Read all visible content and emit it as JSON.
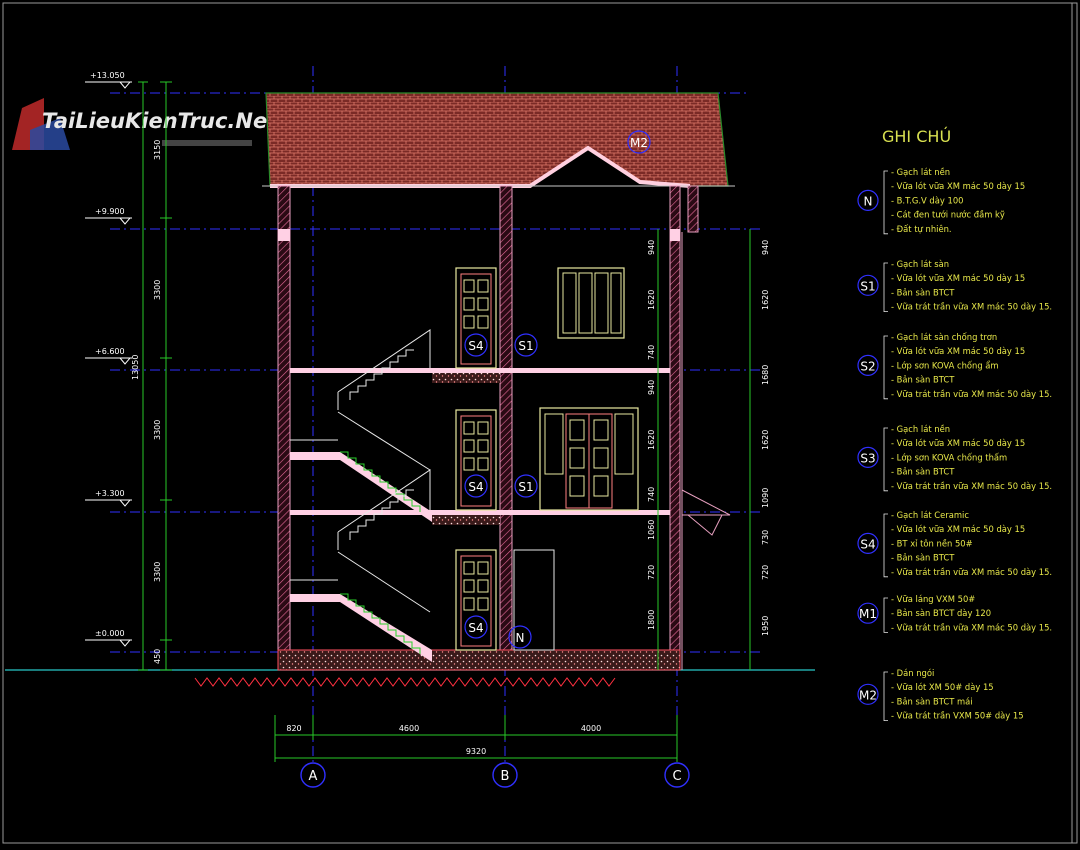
{
  "watermark": {
    "text": "TaiLieuKienTruc.Net"
  },
  "levels": [
    "+13.050",
    "+9.900",
    "+6.600",
    "+3.300",
    "±0.000"
  ],
  "vertical_dims_left": [
    "3150",
    "3300",
    "3300",
    "3300",
    "450",
    "13050"
  ],
  "vertical_dims_right_inner": [
    "940",
    "1620",
    "740",
    "940",
    "1620",
    "740",
    "1060",
    "720",
    "1800"
  ],
  "vertical_dims_right_outer": [
    "940",
    "1620",
    "1680",
    "1620",
    "1090",
    "730",
    "720",
    "1950"
  ],
  "horizontal_dims": [
    "820",
    "4600",
    "4000",
    "9320"
  ],
  "axes": [
    "A",
    "B",
    "C"
  ],
  "section_tags": {
    "roof": "M2",
    "floor2_left": "S4",
    "floor2_mid": "S1",
    "floor1_left": "S4",
    "floor1_mid": "S1",
    "ground_left": "S4",
    "ground_mid": "N"
  },
  "notes": {
    "title": "GHI CHÚ",
    "groups": [
      {
        "tag": "N",
        "lines": [
          "- Gạch lát nền",
          "- Vữa lót vữa XM mác 50 dày 15",
          "- B.T.G.V dày 100",
          "- Cát đen tưới nước đầm kỹ",
          "- Đất tự nhiên."
        ]
      },
      {
        "tag": "S1",
        "lines": [
          "- Gạch lát sàn",
          "- Vữa lót vữa XM mác 50 dày 15",
          "- Bản sàn BTCT",
          "- Vữa trát trần vữa XM mác 50 dày 15."
        ]
      },
      {
        "tag": "S2",
        "lines": [
          "- Gạch lát sàn chống trơn",
          "- Vữa lót vữa XM mác 50 dày 15",
          "- Lớp sơn KOVA chống ẩm",
          "- Bản sàn BTCT",
          "- Vữa trát trần vữa XM mác 50 dày 15."
        ]
      },
      {
        "tag": "S3",
        "lines": [
          "- Gạch lát nền",
          "- Vữa lót vữa XM mác 50 dày 15",
          "- Lớp sơn KOVA chống thấm",
          "- Bản sàn BTCT",
          "- Vữa trát trần vữa XM mác 50 dày 15."
        ]
      },
      {
        "tag": "S4",
        "lines": [
          "- Gạch lát Ceramic",
          "- Vữa lót vữa XM mác 50 dày 15",
          "- BT xỉ tôn nền 50#",
          "- Bản sàn BTCT",
          "- Vữa trát trần vữa XM mác 50 dày 15."
        ]
      },
      {
        "tag": "M1",
        "lines": [
          "- Vữa láng VXM 50#",
          "- Bản sàn BTCT dày 120",
          "- Vữa trát trần vữa XM mác 50 dày 15."
        ]
      },
      {
        "tag": "M2",
        "lines": [
          "- Dán ngói",
          "- Vữa lót XM 50# dày 15",
          "- Bản sàn BTCT mái",
          "- Vữa trát trần VXM 50# dày 15"
        ]
      }
    ]
  },
  "colors": {
    "background": "#000000",
    "wall": "#e8a0c0",
    "slab": "#ffb0d0",
    "roof": "#c0504a",
    "grid_blue": "#3030ff",
    "dim_green": "#28c828",
    "tag_yellow": "#e8e84a",
    "ground_red": "#ff3040"
  }
}
